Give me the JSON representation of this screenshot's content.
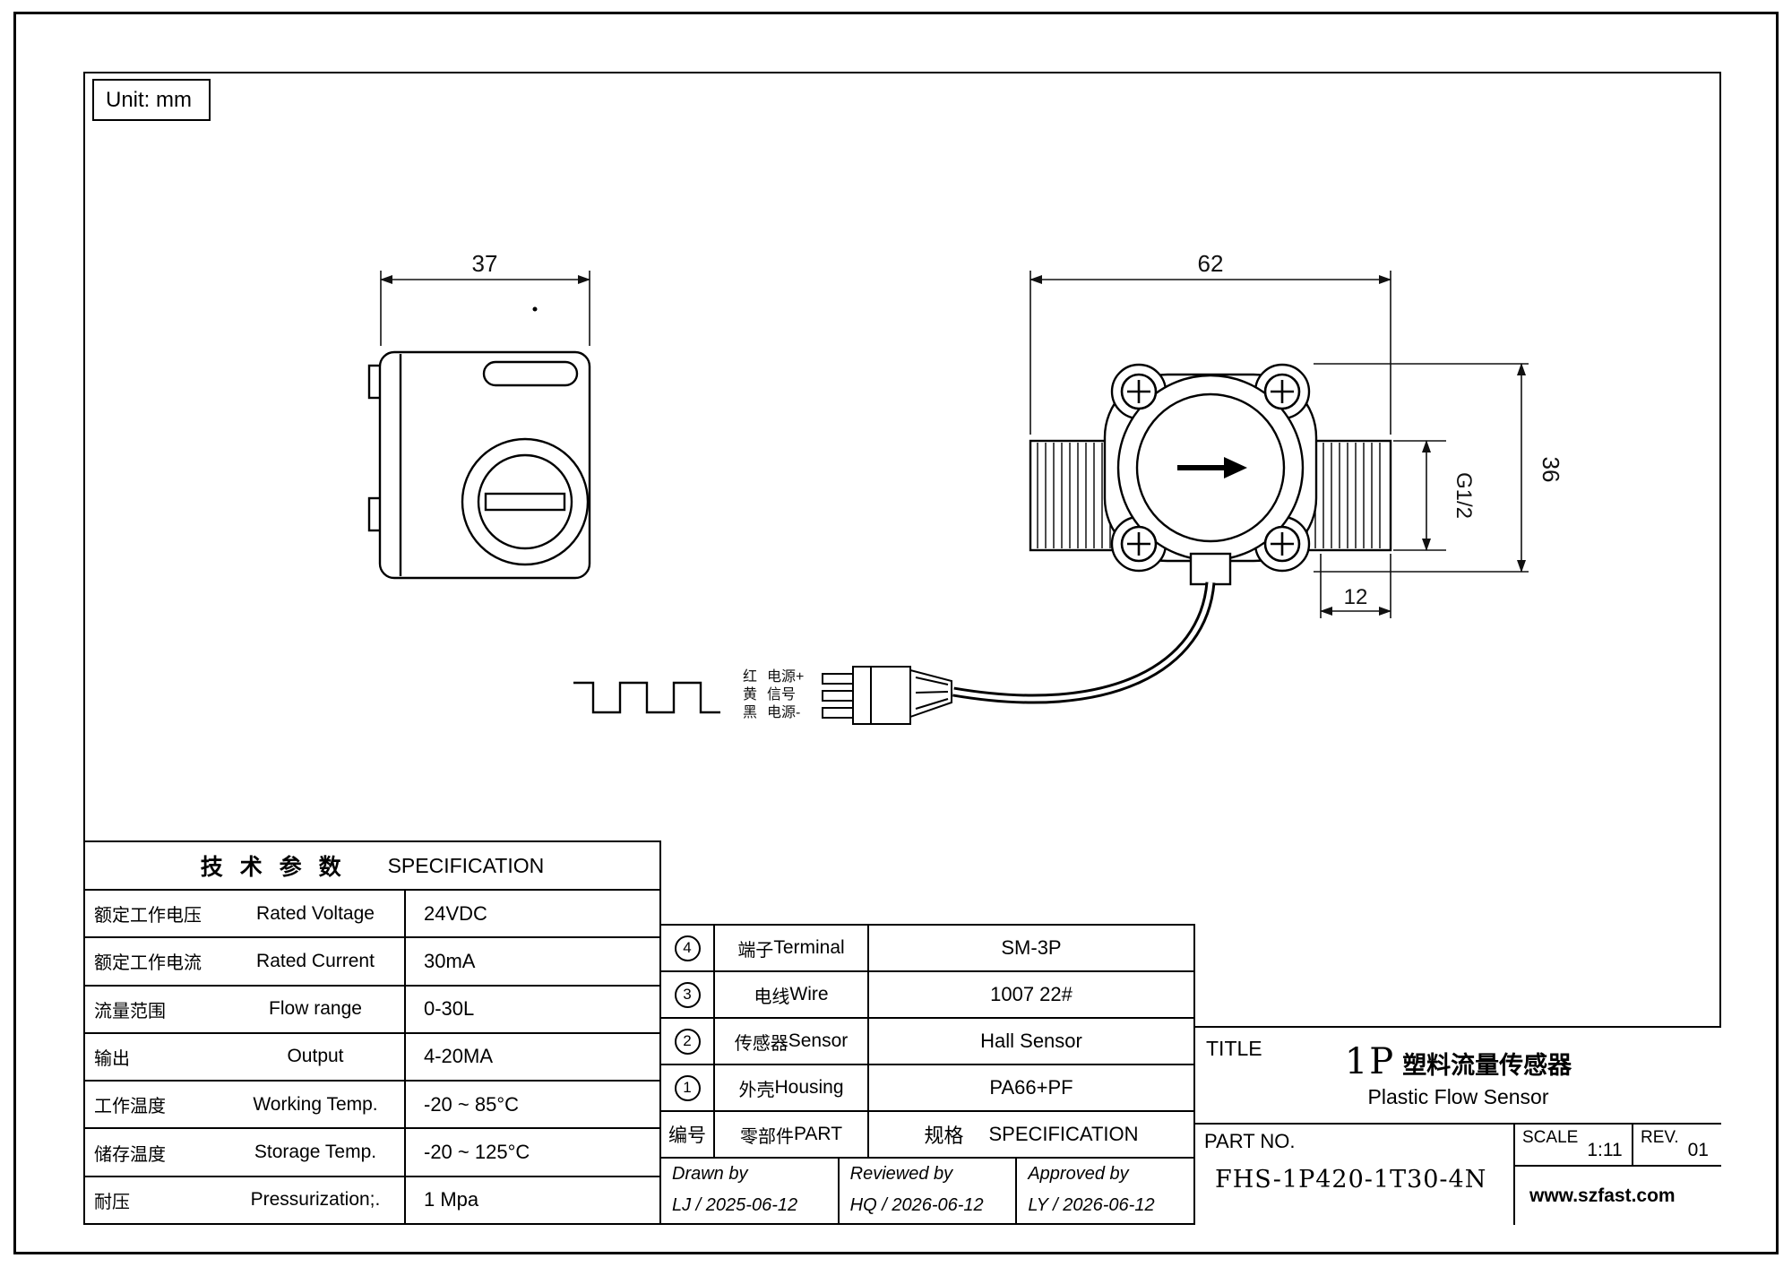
{
  "sheet": {
    "unit_label": "Unit: mm"
  },
  "drawing": {
    "dim_side_width": "37",
    "dim_front_width": "62",
    "dim_front_height": "36",
    "dim_thread_length": "12",
    "thread_spec": "G1/2",
    "wires": {
      "red": "红",
      "yellow": "黄",
      "black": "黑",
      "power_plus": "电源+",
      "signal": "信号",
      "power_minus": "电源-"
    }
  },
  "spec_table": {
    "title_cn": "技 术 参 数",
    "title_en": "SPECIFICATION",
    "rows": [
      {
        "cn": "额定工作电压",
        "en": "Rated Voltage",
        "value": "24VDC"
      },
      {
        "cn": "额定工作电流",
        "en": "Rated Current",
        "value": "30mA"
      },
      {
        "cn": "流量范围",
        "en": "Flow range",
        "value": "0-30L"
      },
      {
        "cn": "输出",
        "en": "Output",
        "value": "4-20MA"
      },
      {
        "cn": "工作温度",
        "en": "Working Temp.",
        "value": "-20 ~ 85°C"
      },
      {
        "cn": "储存温度",
        "en": "Storage Temp.",
        "value": "-20 ~ 125°C"
      },
      {
        "cn": "耐压",
        "en": "Pressurization;.",
        "value": "1 Mpa"
      }
    ]
  },
  "parts_table": {
    "rows": [
      {
        "no": "4",
        "cn": "端子",
        "en": "Terminal",
        "spec": "SM-3P"
      },
      {
        "no": "3",
        "cn": "电线",
        "en": "Wire",
        "spec": "1007 22#"
      },
      {
        "no": "2",
        "cn": "传感器",
        "en": "Sensor",
        "spec": "Hall Sensor"
      },
      {
        "no": "1",
        "cn": "外壳",
        "en": "Housing",
        "spec": "PA66+PF"
      }
    ],
    "header": {
      "no": "编号",
      "part_cn": "零部件",
      "part_en": "PART",
      "spec_cn": "规格",
      "spec_en": "SPECIFICATION"
    }
  },
  "signoff": {
    "drawn_label": "Drawn by",
    "drawn_value": "LJ / 2025-06-12",
    "reviewed_label": "Reviewed by",
    "reviewed_value": "HQ / 2026-06-12",
    "approved_label": "Approved by",
    "approved_value": "LY / 2026-06-12"
  },
  "title_block": {
    "title_label": "TITLE",
    "product_prefix": "1P",
    "product_cn": "塑料流量传感器",
    "product_en": "Plastic Flow Sensor",
    "part_no_label": "PART NO.",
    "part_no": "FHS-1P420-1T30-4N",
    "scale_label": "SCALE",
    "scale_value": "1:11",
    "rev_label": "REV.",
    "rev_value": "01",
    "website": "www.szfast.com"
  }
}
